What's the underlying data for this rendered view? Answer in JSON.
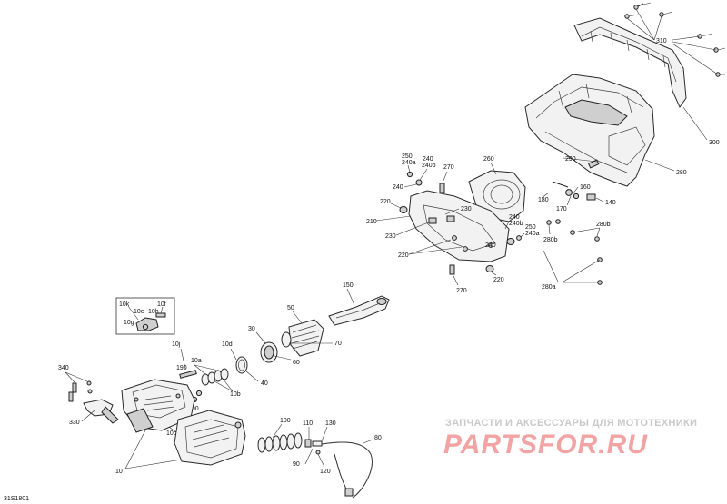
{
  "diagram_ref": "31S1801",
  "watermark": {
    "top_line": "ЗАПЧАСТИ И АКСЕССУАРЫ ДЛЯ МОТОТЕХНИКИ",
    "logo": "PARTSFOR.RU"
  },
  "callouts": {
    "c310": "310",
    "c300": "300",
    "c280": "280",
    "c290": "290",
    "c250": "250",
    "c240a": "240a",
    "c240": "240",
    "c240b": "240b",
    "c270": "270",
    "c260": "260",
    "c220a": "220",
    "c210": "210",
    "c230a": "230",
    "c230b": "230",
    "c220b": "220",
    "c240c": "240",
    "c240d": "240",
    "c240b2": "240b",
    "c250b": "250",
    "c240a2": "240a",
    "c240e": "240",
    "c220c": "220",
    "c270b": "270",
    "c180": "180",
    "c160": "160",
    "c170": "170",
    "c140": "140",
    "c280b": "280b",
    "c280b2": "280b",
    "c280a": "280a",
    "c150": "150",
    "c50": "50",
    "c30": "30",
    "c70": "70",
    "c60": "60",
    "c40": "40",
    "c10d": "10d",
    "c10j": "10j",
    "c10a": "10a",
    "c10b": "10b",
    "c190": "190",
    "c200": "200",
    "c10c": "10c",
    "c10": "10",
    "c340": "340",
    "c330": "330",
    "c100": "100",
    "c110": "110",
    "c130": "130",
    "c90": "90",
    "c120": "120",
    "c80": "80",
    "c10k": "10k",
    "c10e": "10e",
    "c10f": "10f",
    "c10h": "10h",
    "c10g": "10g"
  }
}
